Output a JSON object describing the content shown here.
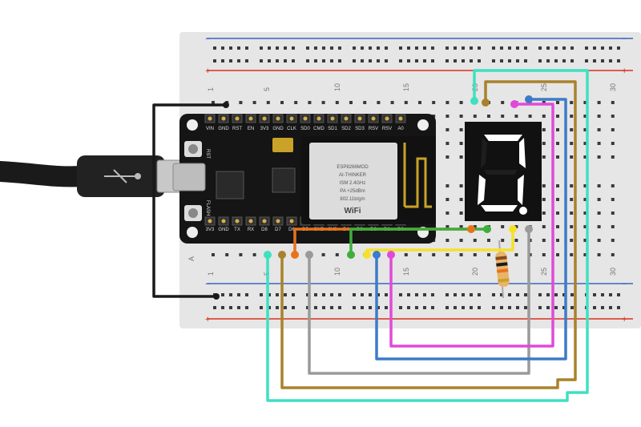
{
  "breadboard": {
    "column_numbers": [
      "1",
      "5",
      "10",
      "15",
      "20",
      "25",
      "30"
    ],
    "row_letter_bottom": "A",
    "rail_minus": "−",
    "rail_plus": "+",
    "colors": {
      "board": "#e6e6e6",
      "hole": "#3a3a3a",
      "rail_red": "#d9301f",
      "rail_blue": "#3a66b8"
    }
  },
  "nodemcu": {
    "top_pins": [
      "VIN",
      "GND",
      "RST",
      "EN",
      "3V3",
      "GND",
      "CLK",
      "SD0",
      "CMD",
      "SD1",
      "SD2",
      "SD3",
      "RSV",
      "RSV",
      "A0"
    ],
    "bottom_pins": [
      "3V3",
      "GND",
      "TX",
      "RX",
      "D8",
      "D7",
      "D6",
      "D5",
      "GND",
      "3V3",
      "D4",
      "D3",
      "D2",
      "D1",
      "D0"
    ],
    "button_labels": [
      "RST",
      "FLASH"
    ],
    "module_text": [
      "ESP8266MOD",
      "AI-THINKER",
      "ISM 2.4GHz",
      "PA +25dBm",
      "802.11b/g/n"
    ],
    "wifi_logo": "WiFi",
    "colors": {
      "pcb": "#151515",
      "shield": "#dcdcdc",
      "antenna": "#c9a227"
    }
  },
  "display": {
    "digit": "8",
    "lit_segments": [
      "a",
      "b",
      "c",
      "d",
      "e"
    ],
    "colors": {
      "body": "#111111",
      "segment": "#ffffff"
    }
  },
  "wires": {
    "colors": {
      "black": "#1a1a1a",
      "cyan": "#3fe0c0",
      "brown": "#a8822c",
      "orange": "#e8731c",
      "gray": "#9a9a9a",
      "green": "#3fae3c",
      "blue": "#3d7bc8",
      "magenta": "#e04ad8",
      "yellow": "#f5e12a"
    }
  },
  "resistor": {
    "colors": {
      "body": "#e8b46a",
      "bands": [
        "#8a4a1c",
        "#1a1a1a",
        "#e8731c",
        "#c9a227"
      ]
    }
  },
  "usb_cable": {
    "colors": {
      "cable": "#1a1a1a",
      "plug": "#c8c8c8"
    }
  }
}
